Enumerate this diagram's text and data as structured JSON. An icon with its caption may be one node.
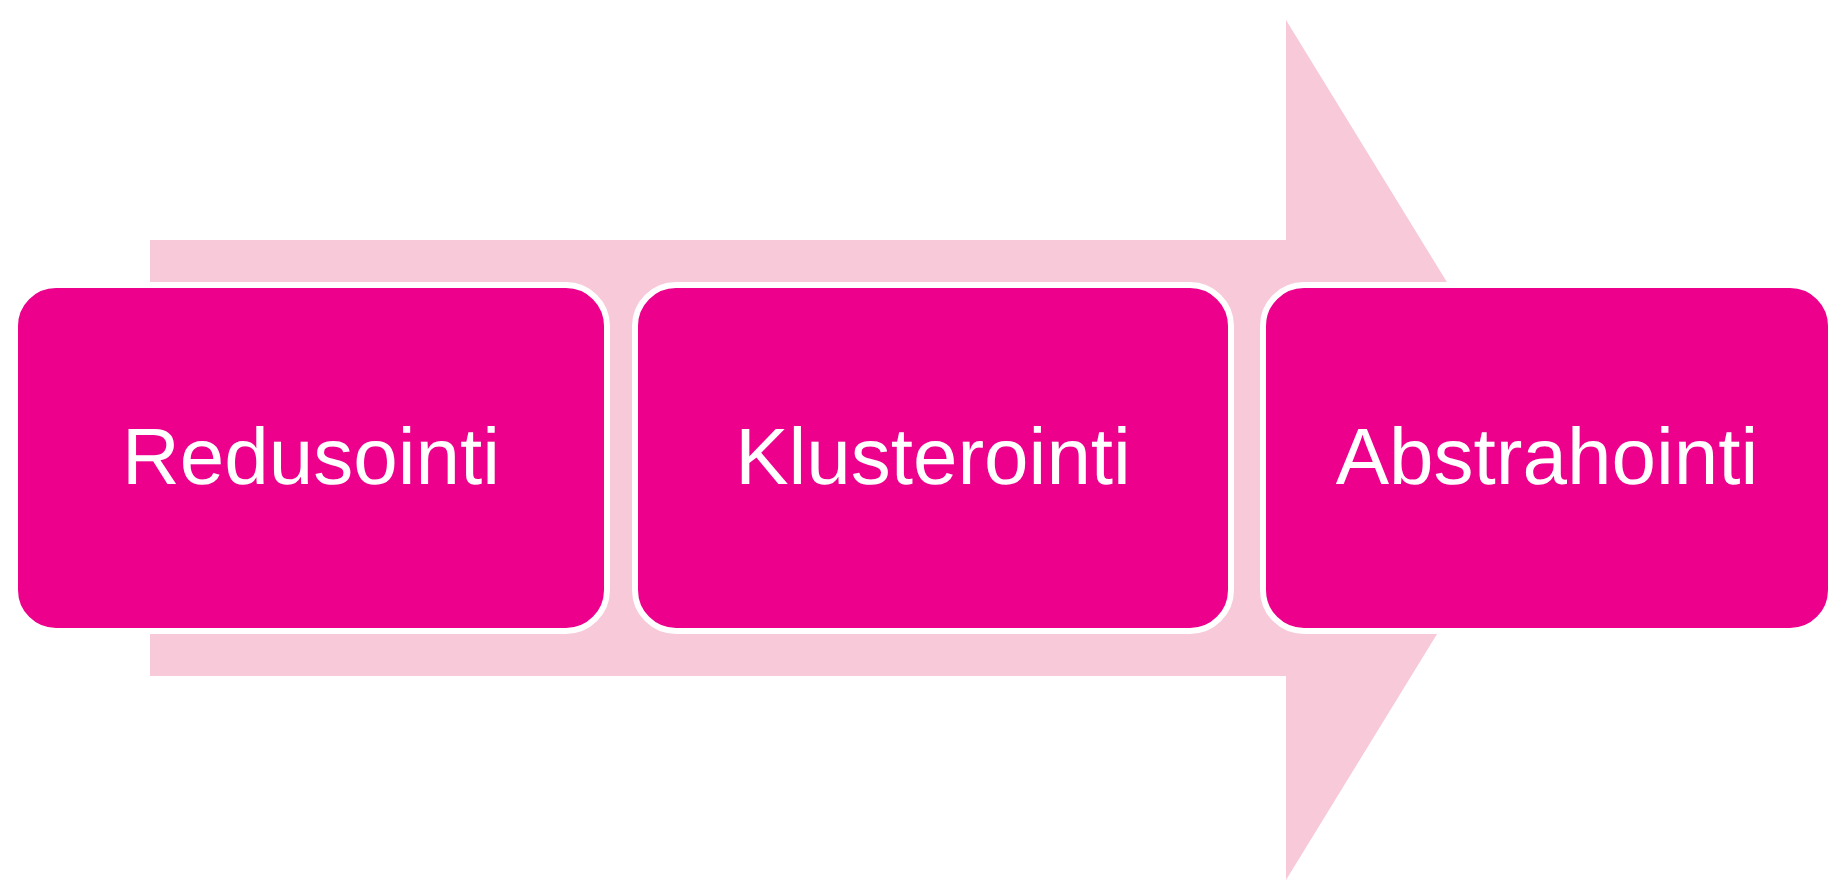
{
  "diagram": {
    "nodes": [
      {
        "text": [
          "Redusointi"
        ]
      },
      {
        "text": [
          "Klusterointi"
        ]
      },
      {
        "text": [
          "Abstrahointi"
        ]
      }
    ],
    "edges": [
      {
        "from": 0,
        "to": 2,
        "arrow": "to",
        "style": "thick"
      }
    ]
  }
}
